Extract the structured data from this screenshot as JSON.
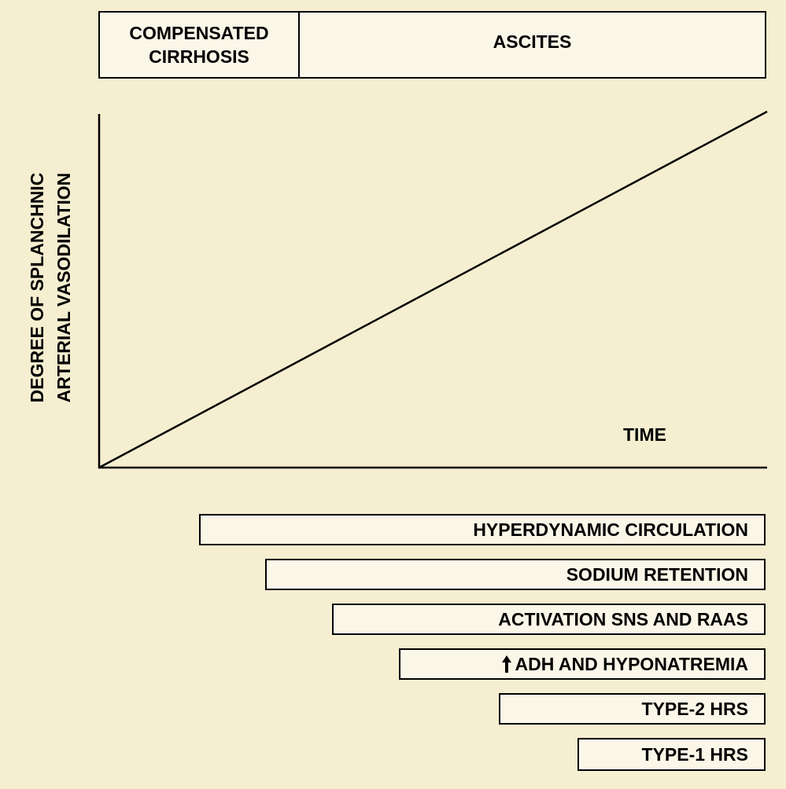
{
  "stages": {
    "compensated": "COMPENSATED\nCIRRHOSIS",
    "ascites": "ASCITES"
  },
  "axes": {
    "y_label": "DEGREE OF SPLANCHNIC\nARTERIAL VASODILATION",
    "x_label": "TIME"
  },
  "events": [
    {
      "label": "HYPERDYNAMIC CIRCULATION",
      "up_arrow": false
    },
    {
      "label": "SODIUM RETENTION",
      "up_arrow": false
    },
    {
      "label": "ACTIVATION SNS AND RAAS",
      "up_arrow": false
    },
    {
      "label": "ADH AND HYPONATREMIA",
      "up_arrow": true
    },
    {
      "label": "TYPE-2 HRS",
      "up_arrow": false
    },
    {
      "label": "TYPE-1 HRS",
      "up_arrow": false
    }
  ],
  "colors": {
    "background": "#f5eed0",
    "box_fill": "#fbf7e8",
    "ink": "#000000"
  }
}
